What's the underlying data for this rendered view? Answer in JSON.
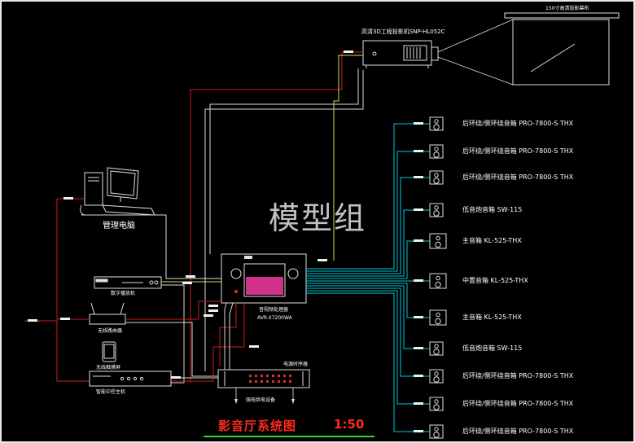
{
  "colors": {
    "background": "#000000",
    "wire_cyan": "#00c8d8",
    "wire_red": "#c81e1e",
    "wire_white": "#d8d8d8",
    "wire_yellow": "#e0d850",
    "title": "#ff2a1f",
    "underline": "#22e022"
  },
  "watermark": "模型组",
  "title": "影音厅系统图",
  "scale": "1:50",
  "projector": {
    "label": "高清3D工程投影机SNP-HL052C"
  },
  "screen": {
    "label": "150寸高清投影幕布"
  },
  "computer": {
    "label": "管理电脑"
  },
  "processor": {
    "label": "音视频处理器",
    "model": "AVR-X7200WA"
  },
  "player": {
    "label": "数字播放机"
  },
  "router": {
    "label": "无线路由器"
  },
  "tablet": {
    "label": "无线触摸屏"
  },
  "controller": {
    "label": "智能中控主机"
  },
  "power": {
    "label": "电源时序器",
    "note": "强电供电设备"
  },
  "speakers": [
    {
      "label": "后环绕/侧环绕音箱 PRO-7800-S THX"
    },
    {
      "label": "后环绕/侧环绕音箱 PRO-7800-S THX"
    },
    {
      "label": "后环绕/侧环绕音箱 PRO-7800-S THX"
    },
    {
      "label": "低音炮音箱 SW-115"
    },
    {
      "label": "主音箱 KL-525-THX"
    },
    {
      "label": "中置音箱 KL-525-THX"
    },
    {
      "label": "主音箱 KL-525-THX"
    },
    {
      "label": "低音炮音箱 SW-115"
    },
    {
      "label": "后环绕/侧环绕音箱 PRO-7800-S THX"
    },
    {
      "label": "后环绕/侧环绕音箱 PRO-7800-S THX"
    },
    {
      "label": "后环绕/侧环绕音箱 PRO-7800-S THX"
    }
  ]
}
